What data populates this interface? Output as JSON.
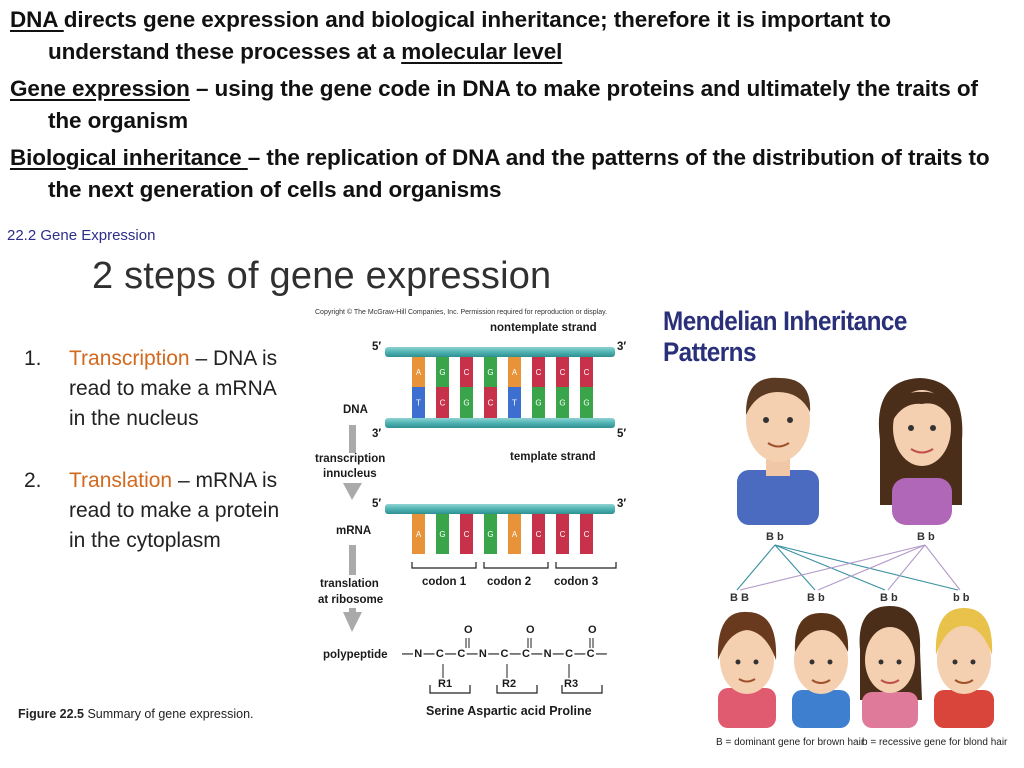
{
  "bullets": [
    {
      "term": "DNA ",
      "rest": "directs gene expression and biological inheritance; therefore it is important to understand these processes at a ",
      "tail": "molecular level"
    },
    {
      "term": "Gene expression",
      "rest": " – using the gene code in DNA to make proteins and ultimately the traits of the organism",
      "tail": ""
    },
    {
      "term": "Biological inheritance ",
      "rest": "– the replication of DNA and the patterns of the distribution of traits to the next generation of cells and organisms",
      "tail": ""
    }
  ],
  "section_tag": "22.2 Gene Expression",
  "slide_title": "2 steps of gene expression",
  "steps": [
    {
      "num": "1.",
      "term": "Transcription",
      "dash": " –",
      "desc": "DNA is read to make a mRNA in the nucleus"
    },
    {
      "num": "2.",
      "term": "Translation",
      "dash": " –",
      "desc": "mRNA is read to make a protein in the cytoplasm"
    }
  ],
  "caption": {
    "figure": "Figure 22.5",
    "text": " Summary of gene expression."
  },
  "diagram": {
    "copyright": "Copyright © The McGraw-Hill Companies, Inc. Permission required for reproduction or display.",
    "nontemplate": "nontemplate strand",
    "template": "template strand",
    "five": "5′",
    "three": "3′",
    "dna": "DNA",
    "transcription": "transcription",
    "innucleus": "innucleus",
    "mrna": "mRNA",
    "translation": "translation",
    "at_ribosome": "at ribosome",
    "polypeptide": "polypeptide",
    "codon1": "codon 1",
    "codon2": "codon 2",
    "codon3": "codon 3",
    "top_bases": [
      "A",
      "G",
      "C",
      "G",
      "A",
      "C",
      "C",
      "C"
    ],
    "bottom_bases": [
      "T",
      "C",
      "G",
      "C",
      "T",
      "G",
      "G",
      "G"
    ],
    "mrna_bases": [
      "A",
      "G",
      "C",
      "G",
      "A",
      "C",
      "C",
      "C"
    ],
    "chain": "—N—C—C—N—C—C—N—C—C—",
    "o": "O",
    "r1": "R1",
    "r2": "R2",
    "r3": "R3",
    "amino": "Serine Aspartic acid Proline"
  },
  "mendel": {
    "title": "Mendelian Inheritance Patterns",
    "parent1": "B b",
    "parent2": "B b",
    "children": [
      "B B",
      "B b",
      "B b",
      "b b"
    ],
    "legend_dominant": "B = dominant gene for brown hair",
    "legend_recessive": "b = recessive gene for blond hair"
  },
  "colors": {
    "A": "#e8923a",
    "G": "#3aa44a",
    "C": "#c8314a",
    "T": "#3d6fd1",
    "backbone": "#4fb3b3",
    "accent": "#d2691e"
  }
}
